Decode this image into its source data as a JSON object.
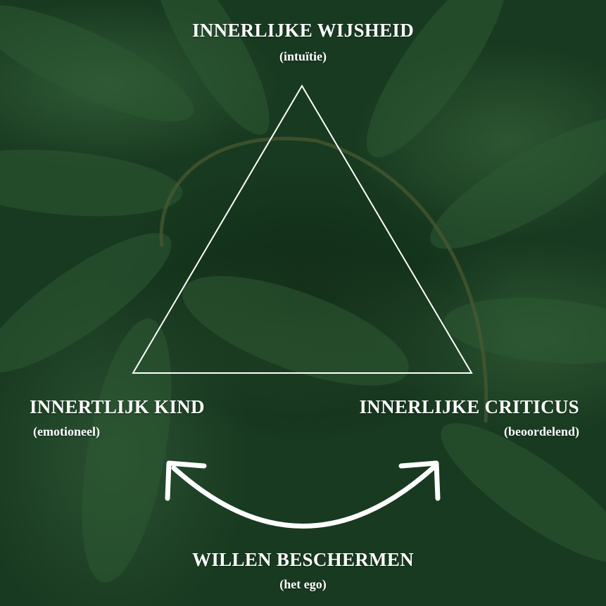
{
  "top": {
    "title": "INNERLIJKE WIJSHEID",
    "subtitle": "(intuïtie)"
  },
  "left": {
    "title": "INNERTLIJK KIND",
    "subtitle": "(emotioneel)"
  },
  "right": {
    "title": "INNERLIJKE CRITICUS",
    "subtitle": "(beoordelend)"
  },
  "bottom": {
    "title": "WILLEN BESCHERMEN",
    "subtitle": "(het ego)"
  },
  "colors": {
    "text": "#ffffff",
    "background": "#183a20"
  }
}
